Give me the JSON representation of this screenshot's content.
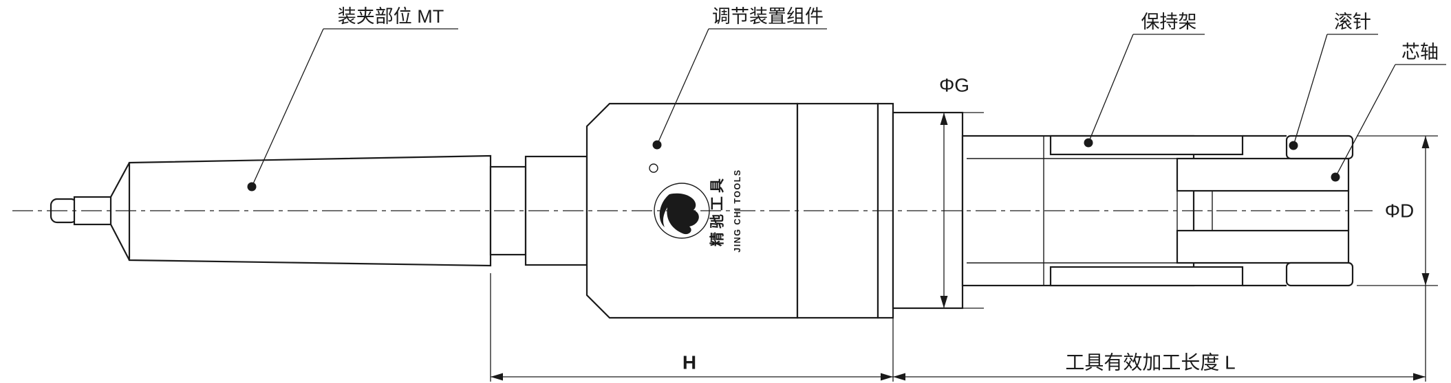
{
  "labels": {
    "clamping": "装夹部位 MT",
    "adjustment": "调节装置组件",
    "cage": "保持架",
    "needle_roller": "滚针",
    "mandrel": "芯轴"
  },
  "dimensions": {
    "diameter_g": "ΦG",
    "diameter_d": "ΦD",
    "length_h": "H",
    "effective_length": "工具有效加工长度 L"
  },
  "logo": {
    "brand_cn": "精驰工具",
    "brand_en": "JING CHI TOOLS"
  },
  "colors": {
    "line": "#1a1a1a",
    "background": "#ffffff"
  }
}
